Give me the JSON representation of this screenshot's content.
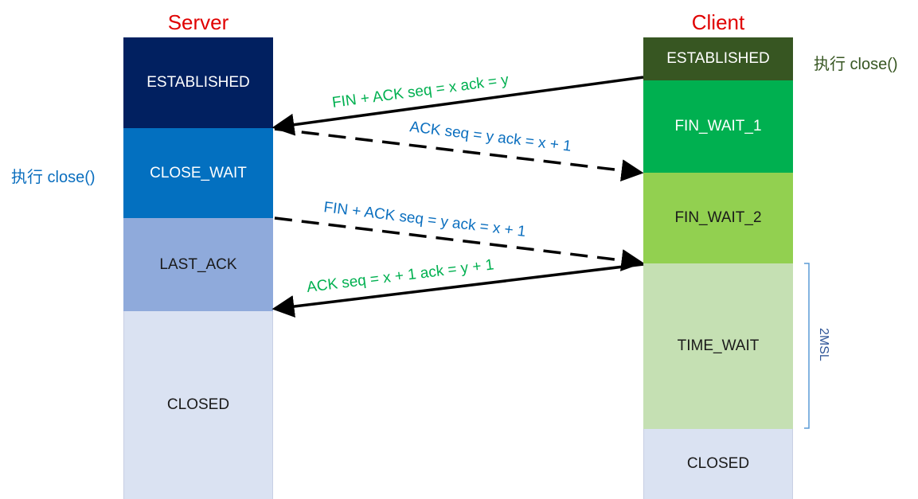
{
  "server": {
    "title": "Server",
    "note": "执行 close()",
    "states": {
      "established": "ESTABLISHED",
      "close_wait": "CLOSE_WAIT",
      "last_ack": "LAST_ACK",
      "closed": "CLOSED"
    }
  },
  "client": {
    "title": "Client",
    "note": "执行 close()",
    "states": {
      "established": "ESTABLISHED",
      "fin_wait_1": "FIN_WAIT_1",
      "fin_wait_2": "FIN_WAIT_2",
      "time_wait": "TIME_WAIT",
      "closed": "CLOSED"
    }
  },
  "messages": [
    {
      "label": "FIN + ACK  seq = x  ack = y",
      "direction": "client-to-server",
      "style": "solid",
      "color": "#00b050"
    },
    {
      "label": "ACK  seq = y  ack = x + 1",
      "direction": "server-to-client",
      "style": "dashed",
      "color": "#0b6fbf"
    },
    {
      "label": "FIN + ACK  seq = y  ack = x + 1",
      "direction": "server-to-client",
      "style": "dashed",
      "color": "#0b6fbf"
    },
    {
      "label": "ACK  seq = x + 1  ack = y + 1",
      "direction": "client-to-server",
      "style": "solid",
      "color": "#00b050"
    }
  ],
  "timer": {
    "label": "2MSL"
  },
  "colors": {
    "title_red": "#e00000",
    "server_established": "#012060",
    "server_close_wait": "#0370c0",
    "server_last_ack": "#8faadb",
    "closed": "#dae2f2",
    "client_established": "#375622",
    "client_fin_wait_1": "#00b050",
    "client_fin_wait_2": "#92d050",
    "client_time_wait": "#c5e0b3"
  }
}
